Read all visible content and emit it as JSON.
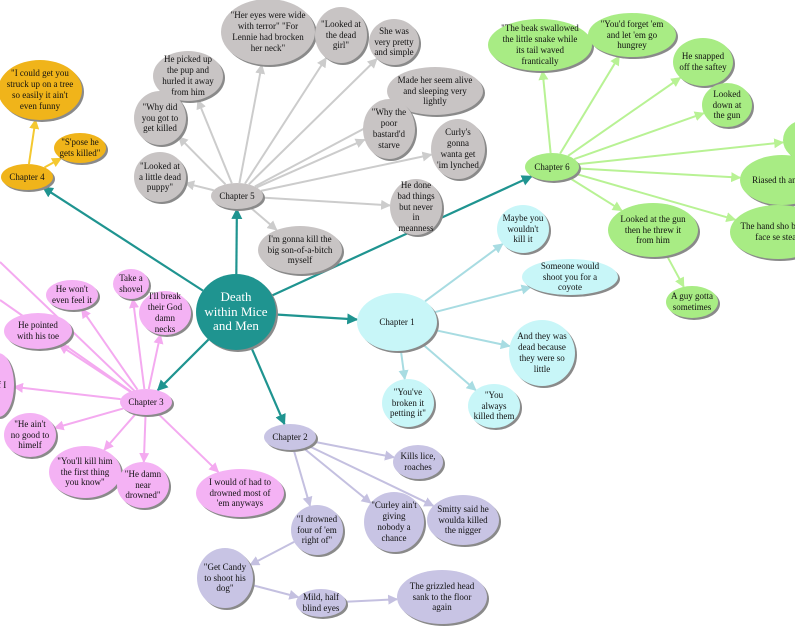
{
  "central": {
    "label": "Death within Mice and Men",
    "color": "#1f9490"
  },
  "chapters": [
    {
      "label": "Chapter 1",
      "color": "#c8f6f8",
      "edge": "#a8dce2",
      "items": [
        {
          "text": "Maybe you wouldn't kill it"
        },
        {
          "text": "Someone would shoot you for a coyote"
        },
        {
          "text": "And they was dead because they were so little"
        },
        {
          "text": "\"You've broken it petting it\""
        },
        {
          "text": "\"You always killed them"
        }
      ]
    },
    {
      "label": "Chapter 2",
      "color": "#c8c4e4",
      "edge": "#c4c0e0",
      "items": [
        {
          "text": "Kills lice, roaches"
        },
        {
          "text": "\"Curley ain't giving nobody a chance"
        },
        {
          "text": "Smitty said he woulda killed the nigger"
        },
        {
          "text": "\"I drowned four of 'em right of\""
        },
        {
          "text": "\"Get Candy to shoot his dog\"",
          "from": 3
        },
        {
          "text": "Mild, half blind eyes",
          "from": 4
        },
        {
          "text": "The grizzled head sank to the floor again",
          "from": 5
        }
      ]
    },
    {
      "label": "Chapter 3",
      "color": "#f4b2f4",
      "edge": "#f4aaf0",
      "items": [
        {
          "text": "Take a shovel"
        },
        {
          "text": "He won't even feel it"
        },
        {
          "text": "I'll break their God damn necks"
        },
        {
          "text": "He pointed with his toe"
        },
        {
          "text": "'d f I"
        },
        {
          "text": "\"He ain't no good to himelf"
        },
        {
          "text": "\"You'll kill him the first thing you know\""
        },
        {
          "text": "\"He damn near drowned\""
        },
        {
          "text": "I would of had to drowned most of 'em anyways"
        }
      ]
    },
    {
      "label": "Chapter 4",
      "color": "#f0b41a",
      "edge": "#f4c830",
      "items": [
        {
          "text": "\"I could get you struck up on a tree so easily it ain't even funny"
        },
        {
          "text": "\"S'pose he gets killed\""
        }
      ]
    },
    {
      "label": "Chapter 5",
      "color": "#c8c4c4",
      "edge": "#cccccc",
      "items": [
        {
          "text": "\"Her eyes were wide with terror\" \"For Lennie had brocken her neck\""
        },
        {
          "text": "\"Looked at the dead girl\""
        },
        {
          "text": "She was very pretty and simple"
        },
        {
          "text": "He picked up the pup and hurled it away from him"
        },
        {
          "text": "Made her seem alive and sleeping very lightly"
        },
        {
          "text": "\"Why did you got to get killed"
        },
        {
          "text": "\"Why the poor bastard'd starve"
        },
        {
          "text": "Curly's gonna wanta get 'im lynched"
        },
        {
          "text": "\"Looked at a little dead puppy\""
        },
        {
          "text": "He done bad things but never in meanness"
        },
        {
          "text": "I'm gonna kill the big son-of-a-bitch myself"
        }
      ]
    },
    {
      "label": "Chapter 6",
      "color": "#a8ec84",
      "edge": "#b8f294",
      "items": [
        {
          "text": "\"The beak swallowed the little snake while its tail waved frantically"
        },
        {
          "text": "\"You'd forget 'em and let 'em go hungrey"
        },
        {
          "text": "He snapped off the saftey"
        },
        {
          "text": "Looked down at the gun"
        },
        {
          "text": ""
        },
        {
          "text": "Riased th and he"
        },
        {
          "text": "The hand sho but his face se stead"
        },
        {
          "text": "Looked at the gun then he threw it from him"
        },
        {
          "text": "A guy gotta sometimes",
          "from": 7
        }
      ]
    }
  ]
}
